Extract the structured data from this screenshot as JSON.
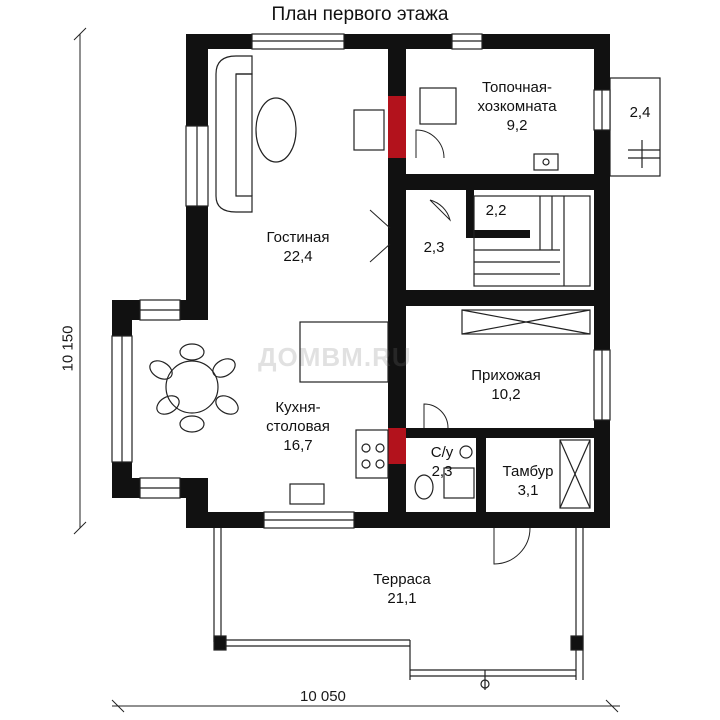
{
  "title": "План первого этажа",
  "watermark": "ДОМВМ.RU",
  "dimensions": {
    "width": "10 050",
    "height": "10 150"
  },
  "rooms": {
    "living": {
      "name": "Гостиная",
      "area": "22,4"
    },
    "boiler": {
      "name_line1": "Топочная-",
      "name_line2": "хозкомната",
      "area": "9,2"
    },
    "porch_small": {
      "area": "2,4"
    },
    "stair": {
      "area": "2,2"
    },
    "closet": {
      "area": "2,3"
    },
    "hall": {
      "name": "Прихожая",
      "area": "10,2"
    },
    "kitchen": {
      "name_line1": "Кухня-",
      "name_line2": "столовая",
      "area": "16,7"
    },
    "bath": {
      "name": "С/у",
      "area": "2,3"
    },
    "vestibule": {
      "name": "Тамбур",
      "area": "3,1"
    },
    "terrace": {
      "name": "Терраса",
      "area": "21,1"
    }
  },
  "colors": {
    "wall": "#111111",
    "chimney": "#b3121c"
  }
}
